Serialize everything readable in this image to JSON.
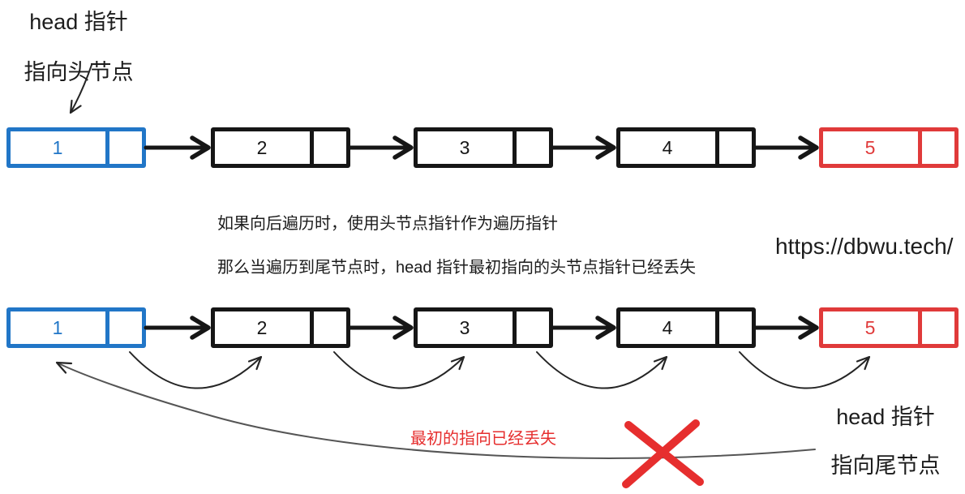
{
  "colors": {
    "node_blue": "#2176c7",
    "node_red": "#e03a3a",
    "ink": "#161616",
    "lost_red": "#e62e2e"
  },
  "annotations": {
    "head_top_line1": "head 指针",
    "head_top_line2": "指向头节点",
    "explain_line1": "如果向后遍历时，使用头节点指针作为遍历指针",
    "explain_line2": "那么当遍历到尾节点时，head 指针最初指向的头节点指针已经丢失",
    "url": "https://dbwu.tech/",
    "lost_label": "最初的指向已经丢失",
    "head_bottom_line1": "head 指针",
    "head_bottom_line2": "指向尾节点"
  },
  "lists": {
    "top": {
      "nodes": [
        {
          "value": "1",
          "color": "blue"
        },
        {
          "value": "2",
          "color": "black"
        },
        {
          "value": "3",
          "color": "black"
        },
        {
          "value": "4",
          "color": "black"
        },
        {
          "value": "5",
          "color": "red"
        }
      ]
    },
    "bottom": {
      "nodes": [
        {
          "value": "1",
          "color": "blue"
        },
        {
          "value": "2",
          "color": "black"
        },
        {
          "value": "3",
          "color": "black"
        },
        {
          "value": "4",
          "color": "black"
        },
        {
          "value": "5",
          "color": "red"
        }
      ]
    }
  }
}
